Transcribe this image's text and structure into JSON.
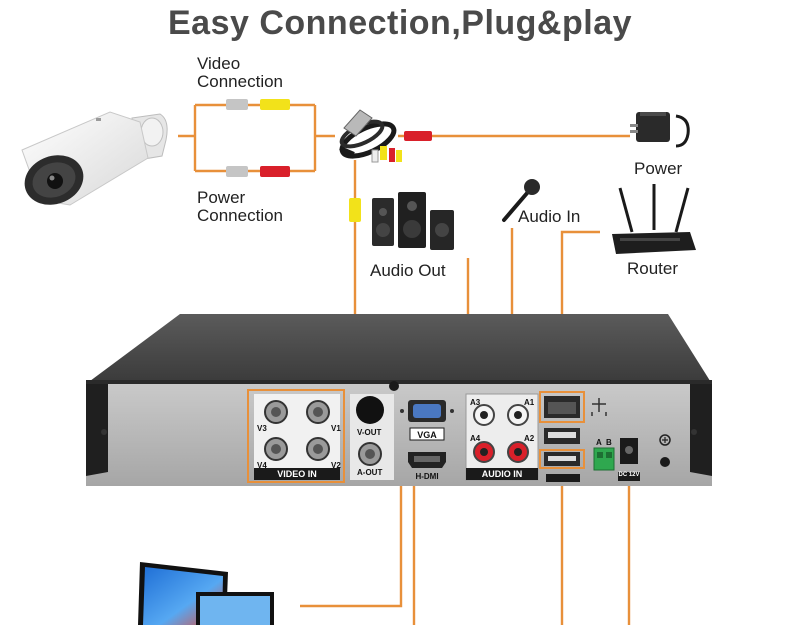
{
  "title": "Easy Connection,Plug&play",
  "labels": {
    "video_connection": [
      "Video",
      "Connection"
    ],
    "power_connection": [
      "Power",
      "Connection"
    ],
    "power": "Power",
    "audio_out": "Audio Out",
    "audio_in": "Audio In",
    "router": "Router"
  },
  "panel": {
    "video_in": "VIDEO IN",
    "v1": "V1",
    "v2": "V2",
    "v3": "V3",
    "v4": "V4",
    "v_out": "V-OUT",
    "a_out": "A-OUT",
    "vga": "VGA",
    "hdmi": "H-DMI",
    "audio_in": "AUDIO IN",
    "a1": "A1",
    "a2": "A2",
    "a3": "A3",
    "a4": "A4",
    "a_term": "A",
    "b_term": "B",
    "dc": "DC 12V"
  },
  "colors": {
    "cable_orange": "#e8903a",
    "plug_red": "#d9202a",
    "plug_yellow": "#f2e21a",
    "title_gray": "#4a4a4a"
  },
  "icons": [
    "bullet-camera-icon",
    "bnc-cable-icon",
    "power-adapter-icon",
    "speaker-icon",
    "microphone-icon",
    "router-icon",
    "dvr-icon",
    "monitor-icon"
  ]
}
